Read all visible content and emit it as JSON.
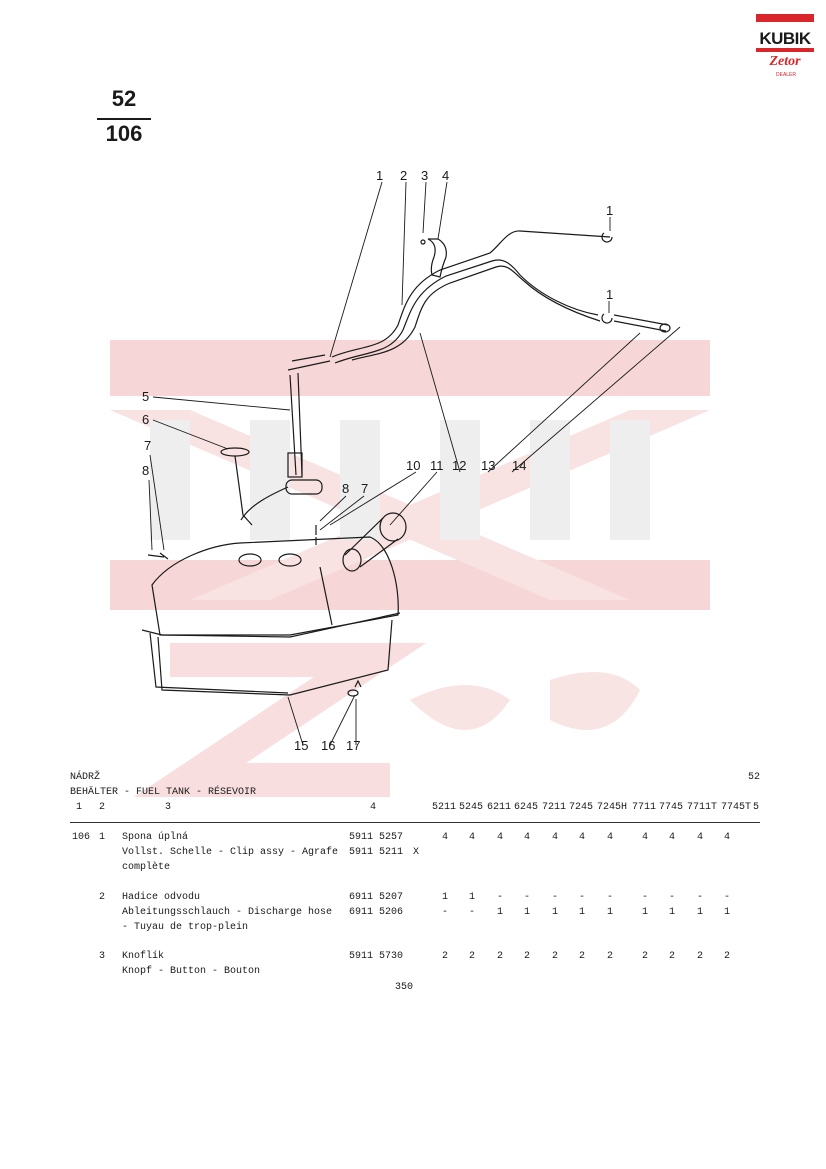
{
  "logo": {
    "brand": "KUBIK",
    "sub": "Zetor",
    "tag": "DEALER"
  },
  "page_number": {
    "top": "52",
    "bottom": "106"
  },
  "diagram": {
    "callouts": [
      "1",
      "2",
      "3",
      "4",
      "1",
      "1",
      "5",
      "6",
      "7",
      "8",
      "8",
      "7",
      "10",
      "11",
      "12",
      "13",
      "14",
      "15",
      "16",
      "17"
    ]
  },
  "header": {
    "title_cz": "NÁDRŽ",
    "title_multi": "BEHÄLTER - FUEL TANK - RÉSEVOIR",
    "group_no": "52",
    "col_labels": [
      "1",
      "2",
      "3",
      "4"
    ],
    "models": [
      "5211",
      "5245",
      "6211",
      "6245",
      "7211",
      "7245",
      "7245H",
      "7711",
      "7745",
      "7711T",
      "7745T",
      "5"
    ]
  },
  "rows": [
    {
      "group": "106",
      "pos": "1",
      "desc": [
        "Spona úplná",
        "Vollst. Schelle - Clip assy - Agrafe",
        "complète"
      ],
      "parts": [
        "5911 5257",
        "5911 5211"
      ],
      "mark": "X",
      "qty": [
        [
          "4",
          "4",
          "4",
          "4",
          "4",
          "4",
          "4",
          "4",
          "4",
          "4",
          "4"
        ]
      ]
    },
    {
      "group": "",
      "pos": "2",
      "desc": [
        "Hadice odvodu",
        "Ableitungsschlauch - Discharge hose",
        "- Tuyau de trop-plein"
      ],
      "parts": [
        "6911 5207",
        "6911 5206"
      ],
      "mark": "",
      "qty": [
        [
          "1",
          "1",
          "-",
          "-",
          "-",
          "-",
          "-",
          "-",
          "-",
          "-",
          "-"
        ],
        [
          "-",
          "-",
          "1",
          "1",
          "1",
          "1",
          "1",
          "1",
          "1",
          "1",
          "1"
        ]
      ]
    },
    {
      "group": "",
      "pos": "3",
      "desc": [
        "Knoflík",
        "Knopf - Button - Bouton"
      ],
      "parts": [
        "5911 5730"
      ],
      "mark": "",
      "qty": [
        [
          "2",
          "2",
          "2",
          "2",
          "2",
          "2",
          "2",
          "2",
          "2",
          "2",
          "2"
        ]
      ]
    }
  ],
  "folio": "350"
}
